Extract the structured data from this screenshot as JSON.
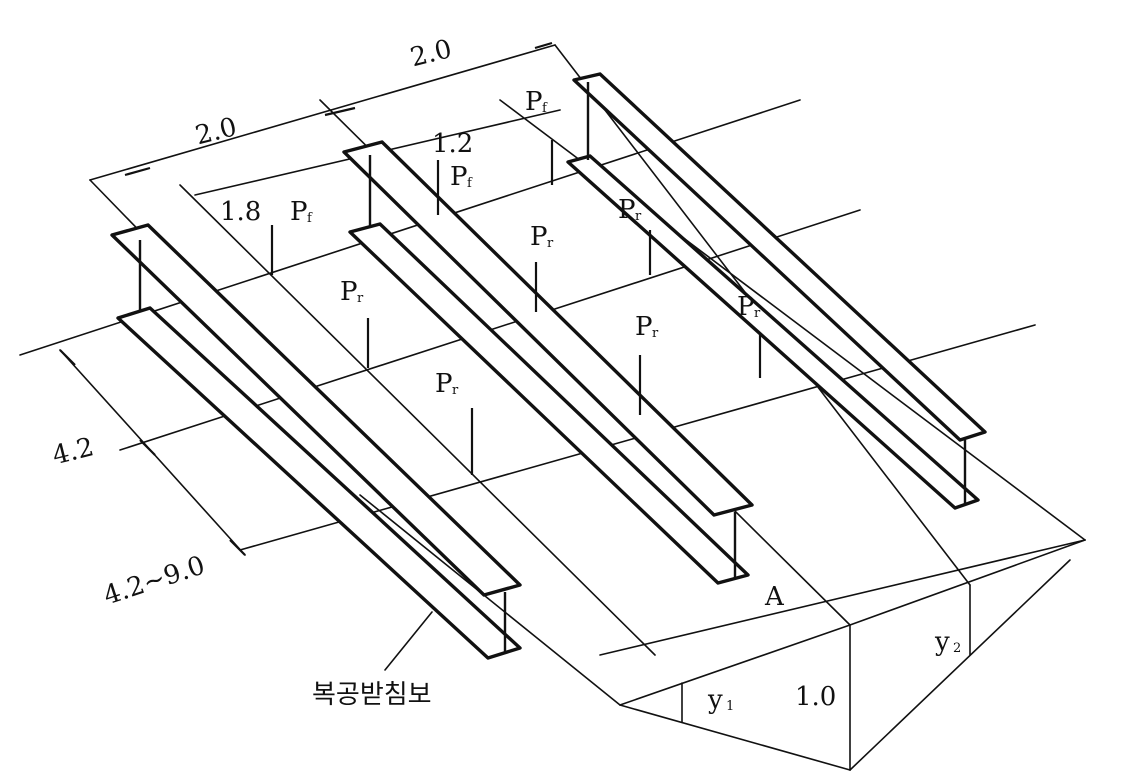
{
  "dimensions": {
    "top_spacing_left": "2.0",
    "top_spacing_right": "2.0",
    "wheel_offset_left": "1.8",
    "wheel_offset_mid": "1.2",
    "axle_spacing": "4.2",
    "axle_spacing_range": "4.2~9.0"
  },
  "loads": {
    "front": "P",
    "front_sub": "f",
    "rear": "P",
    "rear_sub": "r"
  },
  "influence_line": {
    "point": "A",
    "ordinate_unit": "1.0",
    "y1": "y",
    "y1_sub": "1",
    "y2": "y",
    "y2_sub": "2"
  },
  "beam_label": "복공받침보"
}
